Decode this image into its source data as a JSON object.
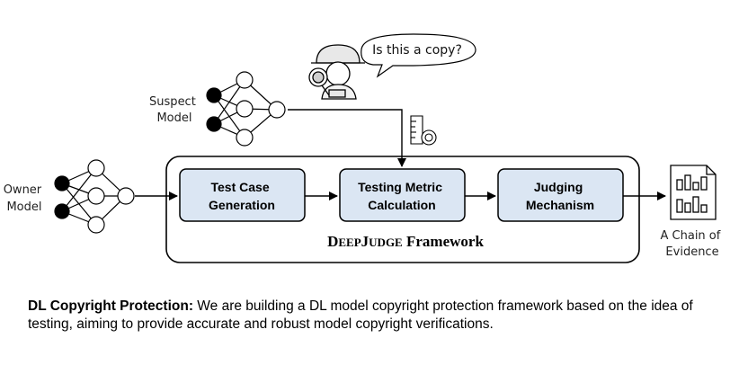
{
  "suspect_label": [
    "Suspect",
    "Model"
  ],
  "owner_label": [
    "Owner",
    "Model"
  ],
  "speech_bubble": "Is this a copy?",
  "stages": [
    [
      "Test Case",
      "Generation"
    ],
    [
      "Testing Metric",
      "Calculation"
    ],
    [
      "Judging",
      "Mechanism"
    ]
  ],
  "framework_title": {
    "prefix_cap": "D",
    "prefix_small": "EEP",
    "mid_cap": "J",
    "mid_small": "UDGE",
    "rest": " Framework"
  },
  "output_label": [
    "A Chain of",
    "Evidence"
  ],
  "caption": {
    "bold": "DL Copyright Protection:",
    "text": " We are building a DL model copyright protection framework based on the idea of testing, aiming to provide accurate and robust model copyright verifications."
  },
  "colors": {
    "stage_fill": "#dbe6f3",
    "stroke": "#000000",
    "input_node": "#000000"
  },
  "icons": [
    "detective-icon",
    "ruler-icon",
    "report-chart-icon",
    "neural-network-icon"
  ]
}
